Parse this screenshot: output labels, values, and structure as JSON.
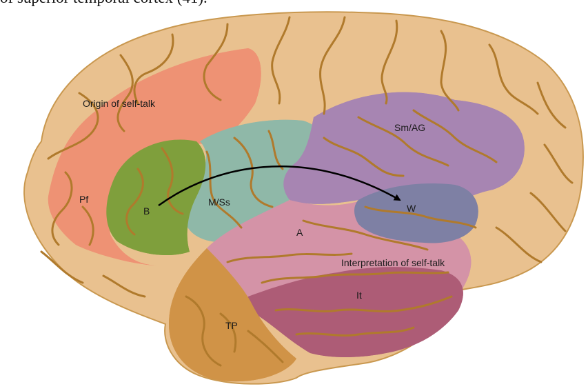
{
  "caption_fragment": "of superior temporal cortex (41).",
  "labels": {
    "origin": "Origin of self-talk",
    "pf": "Pf",
    "b": "B",
    "mss": "M/Ss",
    "smag": "Sm/AG",
    "w": "W",
    "a": "A",
    "interpretation": "Interpretation of self-talk",
    "it": "It",
    "tp": "TP"
  },
  "colors": {
    "brain": "#e9c18f",
    "sulci": "#b07a2c",
    "prefrontal": "#ee9274",
    "broca": "#7f9f3c",
    "motor_sensory": "#8fb8a8",
    "supramarginal_angular": "#a785b2",
    "wernicke": "#7e80a4",
    "auditory": "#d493a7",
    "inferior_temporal": "#ad5c76",
    "temporal_pole": "#d09347",
    "arrow": "#000000"
  }
}
